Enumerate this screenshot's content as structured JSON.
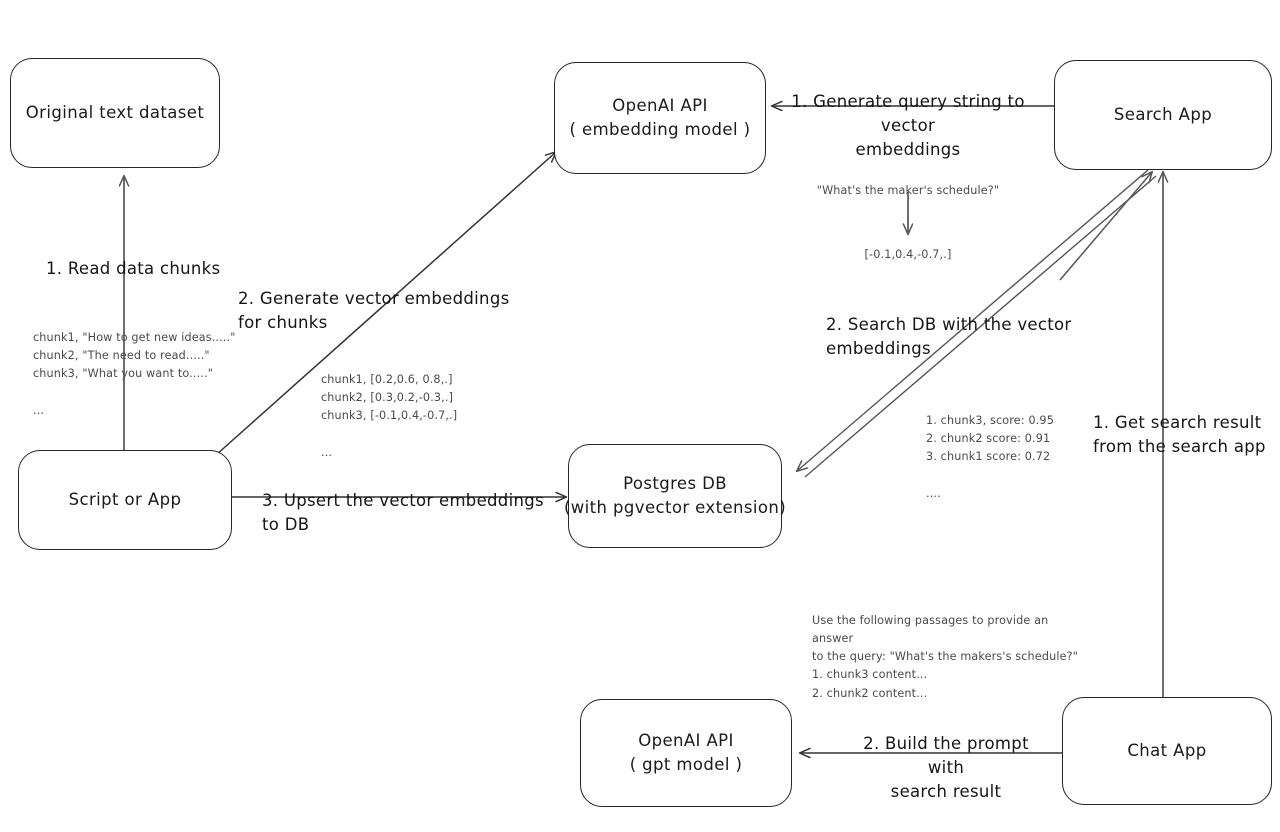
{
  "diagram": {
    "title": "Vector search RAG architecture flow",
    "background_color": "#ffffff",
    "stroke_color": "#262626",
    "note_color": "#4a4a4a"
  },
  "nodes": {
    "original_dataset": {
      "label": "Original text dataset",
      "sub": ""
    },
    "openai_embedding": {
      "label": "OpenAI API",
      "sub": "( embedding model )"
    },
    "search_app": {
      "label": "Search App",
      "sub": ""
    },
    "script_or_app": {
      "label": "Script or App",
      "sub": ""
    },
    "postgres_db": {
      "label": "Postgres DB",
      "sub": "(with pgvector extension)"
    },
    "openai_gpt": {
      "label": "OpenAI API",
      "sub": "( gpt model )"
    },
    "chat_app": {
      "label": "Chat App",
      "sub": ""
    }
  },
  "edge_labels": {
    "read_data_chunks": "1. Read data chunks",
    "generate_vector_embeddings": "2. Generate vector embeddings for chunks",
    "upsert_to_db": "3. Upsert the vector embeddings  to DB",
    "generate_query_string": "1. Generate query string to vector\nembeddings",
    "search_db_with_embeddings": "2. Search DB with the vector embeddings",
    "get_search_result": "1. Get search result\nfrom the search app",
    "build_the_prompt": "2. Build the prompt with\nsearch result"
  },
  "notes": {
    "chunks_text": "chunk1, \"How to get new ideas.....\"\nchunk2, \"The need to read.....\"\nchunk3, \"What you want to.....\"\n\n...",
    "chunks_vectors": "chunk1, [0.2,0.6, 0.8,.]\nchunk2, [0.3,0.2,-0.3,.]\nchunk3, [-0.1,0.4,-0.7,.]\n\n...",
    "query_string": "\"What's the maker's schedule?\"",
    "query_vector": "[-0.1,0.4,-0.7,.]",
    "search_results": "1. chunk3, score: 0.95\n2. chunk2 score: 0.91\n3. chunk1 score: 0.72\n\n....",
    "prompt_text": "Use the following passages to provide an answer\nto the query: \"What's the makers's schedule?\"\n1. chunk3 content...\n2. chunk2 content..."
  }
}
